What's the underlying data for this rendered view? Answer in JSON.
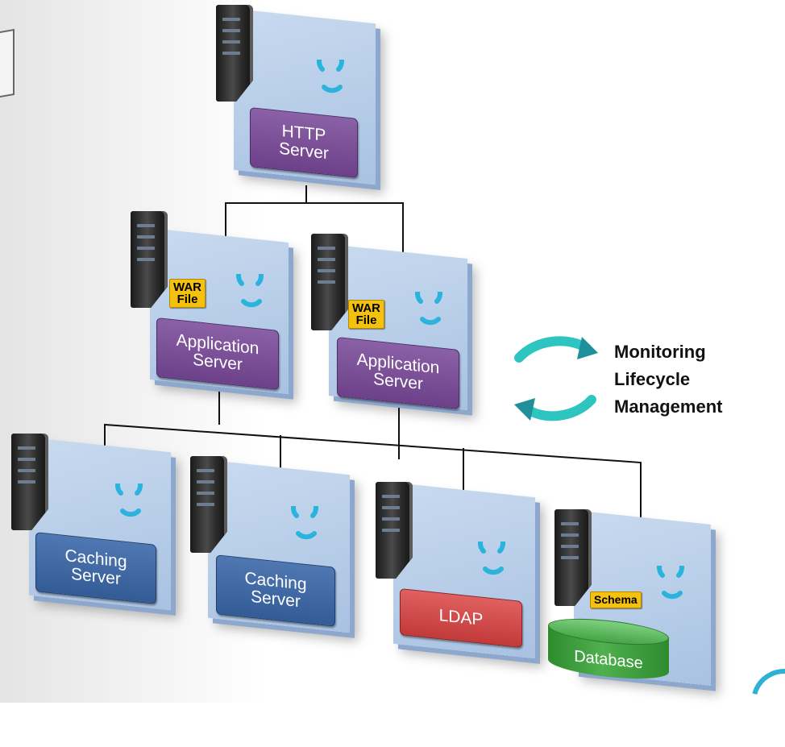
{
  "colors": {
    "panel": "#b7cde8",
    "http": "#7a4f97",
    "app": "#7a4f97",
    "cache": "#3e66a3",
    "ldap": "#d24c4c",
    "database": "#3d9e3d",
    "tag": "#f4c20d",
    "cycle_arrow": "#2ab3dc",
    "legend_arrow": "#2ec4c0"
  },
  "nodes": {
    "http": {
      "line1": "HTTP",
      "line2": "Server"
    },
    "app1": {
      "line1": "Application",
      "line2": "Server",
      "tag_line1": "WAR",
      "tag_line2": "File"
    },
    "app2": {
      "line1": "Application",
      "line2": "Server",
      "tag_line1": "WAR",
      "tag_line2": "File"
    },
    "cache1": {
      "line1": "Caching",
      "line2": "Server"
    },
    "cache2": {
      "line1": "Caching",
      "line2": "Server"
    },
    "ldap": {
      "label": "LDAP"
    },
    "database": {
      "label": "Database",
      "tag": "Schema"
    }
  },
  "legend": {
    "line1": "Monitoring",
    "line2": "Lifecycle",
    "line3": "Management"
  }
}
